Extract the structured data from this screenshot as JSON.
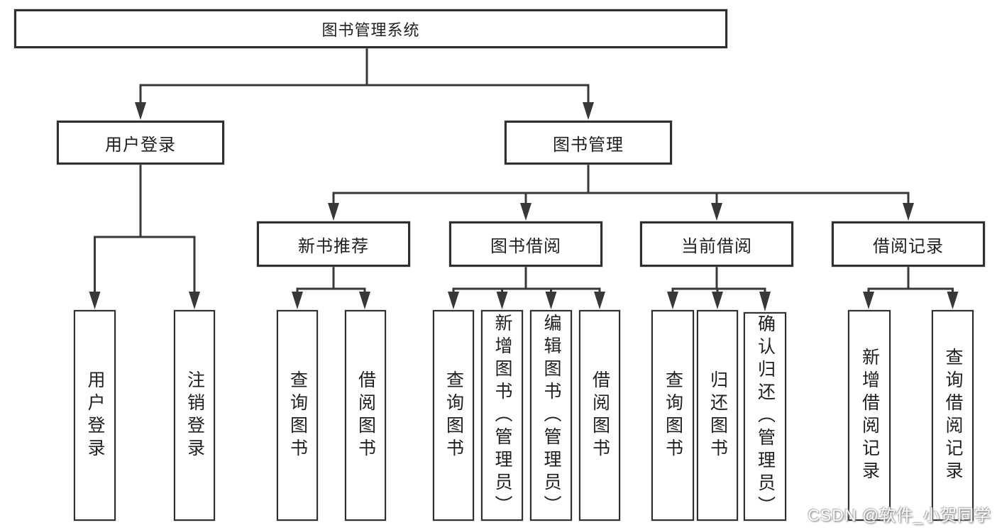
{
  "tree": {
    "label": "图书管理系统",
    "children": [
      {
        "label": "用户登录",
        "children": [
          {
            "label": "用户登录"
          },
          {
            "label": "注销登录"
          }
        ]
      },
      {
        "label": "图书管理",
        "children": [
          {
            "label": "新书推荐",
            "children": [
              {
                "label": "查询图书"
              },
              {
                "label": "借阅图书"
              }
            ]
          },
          {
            "label": "图书借阅",
            "children": [
              {
                "label": "查询图书"
              },
              {
                "label": "新增图书（管理员）"
              },
              {
                "label": "编辑图书（管理员）"
              },
              {
                "label": "借阅图书"
              }
            ]
          },
          {
            "label": "当前借阅",
            "children": [
              {
                "label": "查询图书"
              },
              {
                "label": "归还图书"
              },
              {
                "label": "确认归还（管理员）"
              }
            ]
          },
          {
            "label": "借阅记录",
            "children": [
              {
                "label": "新增借阅记录"
              },
              {
                "label": "查询借阅记录"
              }
            ]
          }
        ]
      }
    ]
  },
  "watermark": {
    "text": "CSDN @软件_小贺同学"
  },
  "colors": {
    "background": "#ffffff",
    "line": "#383838",
    "box_border": "#2f2f2f",
    "text": "#1f1f1f",
    "watermark_text": "#ffffff"
  }
}
